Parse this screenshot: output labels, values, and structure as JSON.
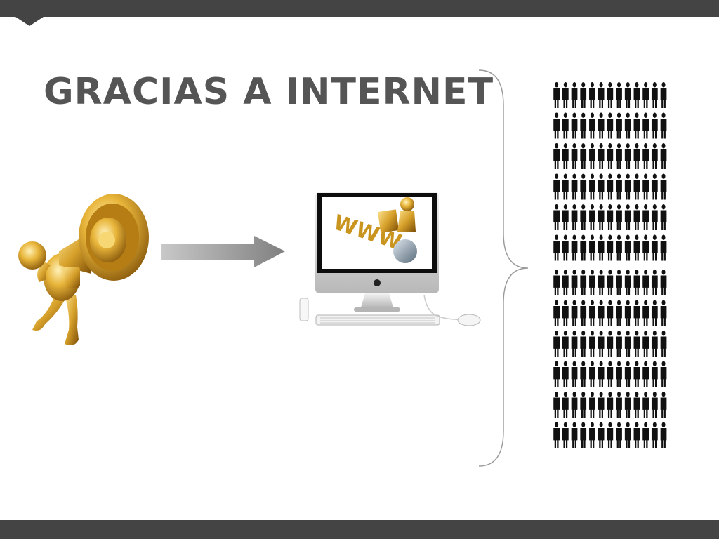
{
  "slide": {
    "title": "GRACIAS A INTERNET"
  },
  "illustration": {
    "screen_text": "WWW",
    "crowd_rows": 12,
    "crowd_cols": 13
  },
  "colors": {
    "bar": "#444444",
    "title": "#555555",
    "gold": "#d9a52a",
    "crowd": "#111111"
  }
}
